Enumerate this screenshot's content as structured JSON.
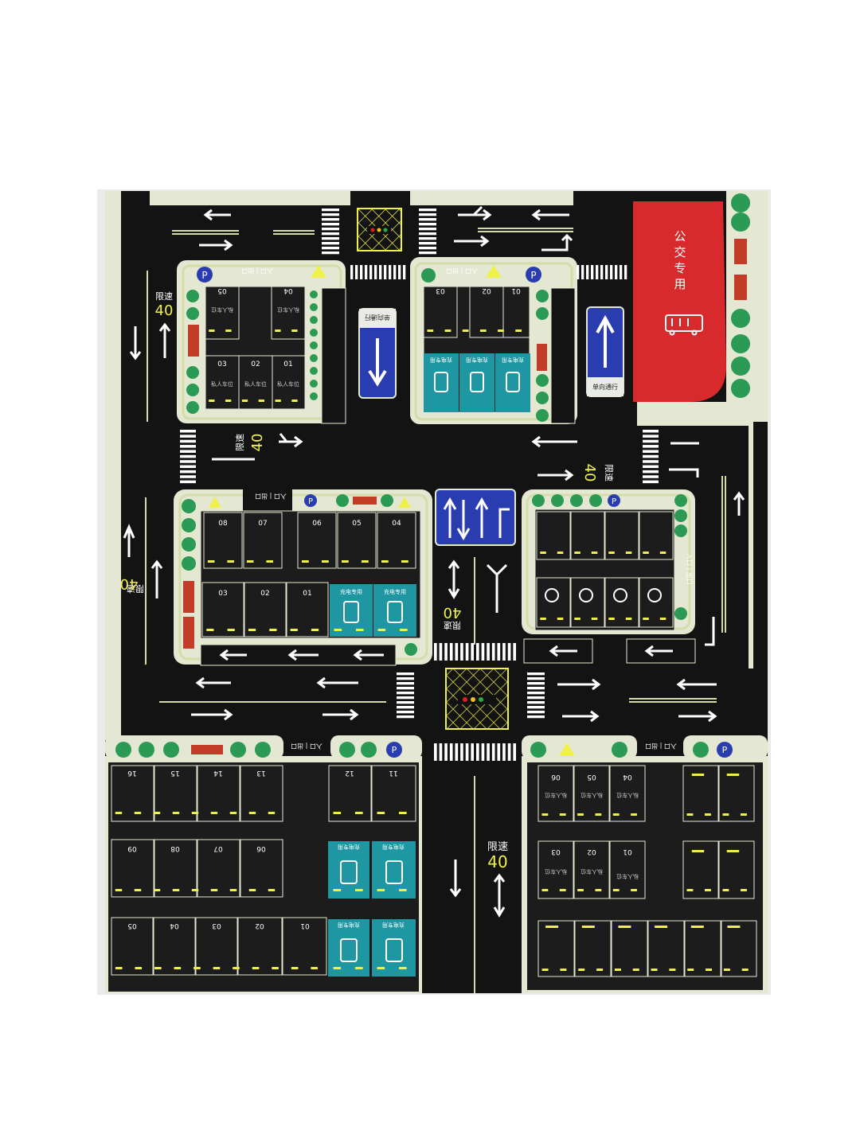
{
  "colors": {
    "road": "#131313",
    "lot": "#1c1c1c",
    "curb": "#e4e8d2",
    "border": "#d4dcaa",
    "marking": "#f0f04a",
    "tree": "#2a9a54",
    "ev": "#1f97a3",
    "sign_blue": "#2a3db0",
    "bus_lane": "#d8292c",
    "bench": "#c23c28"
  },
  "bus_lane": {
    "line1": "公",
    "line2": "交",
    "line3": "专",
    "line4": "用"
  },
  "one_way": {
    "label": "单向通行"
  },
  "speed": {
    "label": "限速",
    "value": "40"
  },
  "entry_exit": {
    "label": "入口 | 出口"
  },
  "charging": {
    "label": "充电专用"
  },
  "private": {
    "label": "私人车位"
  },
  "parking": {
    "label": "P"
  },
  "lots": {
    "a_top": [
      "05",
      "04"
    ],
    "a_bottom": [
      "03",
      "02",
      "01"
    ],
    "b_top": [
      "03",
      "02",
      "01"
    ],
    "d_top": [
      "08",
      "07",
      "06",
      "05",
      "04"
    ],
    "d_bottom": [
      "03",
      "02",
      "01"
    ],
    "f_row1": [
      "16",
      "15",
      "14",
      "13",
      "12",
      "11"
    ],
    "f_row2": [
      "09",
      "08",
      "07",
      "06"
    ],
    "f_row3": [
      "05",
      "04",
      "03",
      "02",
      "01"
    ],
    "g_top": [
      "06",
      "05",
      "04"
    ],
    "g_mid": [
      "03",
      "02",
      "01"
    ]
  }
}
